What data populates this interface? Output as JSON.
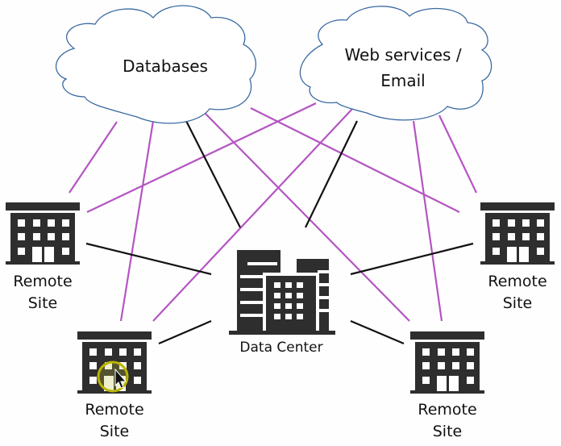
{
  "diagram": {
    "colors": {
      "cloud_stroke": "#3a6aa0",
      "cloud_fill": "#ffffff",
      "link_cloud": "#b455c2",
      "link_datacenter": "#111111",
      "building": "#2e2e2e",
      "cursor_ring": "#b9b400"
    },
    "clouds": [
      {
        "id": "databases",
        "label": "Databases"
      },
      {
        "id": "web",
        "label_line1": "Web services /",
        "label_line2": "Email"
      }
    ],
    "data_center": {
      "label": "Data Center",
      "icon": "office-buildings-icon"
    },
    "remote_sites": [
      {
        "id": "left",
        "line1": "Remote",
        "line2": "Site",
        "icon": "building-icon"
      },
      {
        "id": "right",
        "line1": "Remote",
        "line2": "Site",
        "icon": "building-icon"
      },
      {
        "id": "bottom-left",
        "line1": "Remote",
        "line2": "Site",
        "icon": "building-icon"
      },
      {
        "id": "bottom-right",
        "line1": "Remote",
        "line2": "Site",
        "icon": "building-icon"
      }
    ],
    "connections": [
      {
        "from": "databases",
        "to": "left",
        "kind": "cloud"
      },
      {
        "from": "databases",
        "to": "bottom-left",
        "kind": "cloud"
      },
      {
        "from": "databases",
        "to": "data-center",
        "kind": "datacenter"
      },
      {
        "from": "databases",
        "to": "bottom-right",
        "kind": "cloud"
      },
      {
        "from": "databases",
        "to": "right",
        "kind": "cloud"
      },
      {
        "from": "web",
        "to": "left",
        "kind": "cloud"
      },
      {
        "from": "web",
        "to": "bottom-left",
        "kind": "cloud"
      },
      {
        "from": "web",
        "to": "data-center",
        "kind": "datacenter"
      },
      {
        "from": "web",
        "to": "bottom-right",
        "kind": "cloud"
      },
      {
        "from": "web",
        "to": "right",
        "kind": "cloud"
      },
      {
        "from": "left",
        "to": "data-center",
        "kind": "datacenter"
      },
      {
        "from": "right",
        "to": "data-center",
        "kind": "datacenter"
      },
      {
        "from": "bottom-left",
        "to": "data-center",
        "kind": "datacenter"
      },
      {
        "from": "bottom-right",
        "to": "data-center",
        "kind": "datacenter"
      }
    ],
    "cursor": {
      "icon": "mouse-pointer-icon",
      "highlight": "click-highlight-ring"
    }
  }
}
